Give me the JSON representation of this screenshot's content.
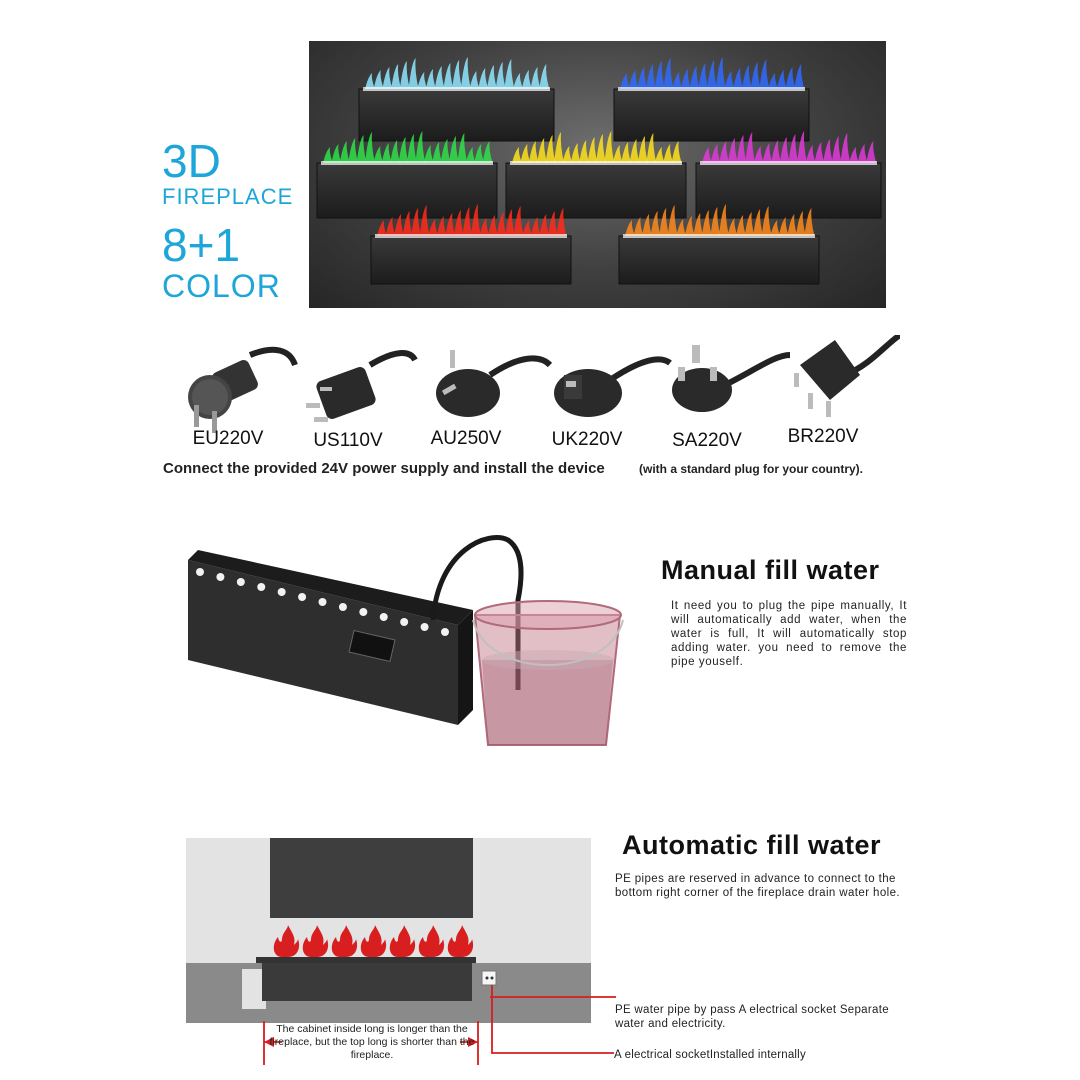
{
  "hero": {
    "line1": "3D",
    "line2": "FIREPLACE",
    "line3": "8+1",
    "line4": "COLOR",
    "title_color": "#1da6d8"
  },
  "flame_colors": [
    "#8fe6ff",
    "#2f6bff",
    "#2fe04a",
    "#ffe21a",
    "#e03ad8",
    "#ff2a1a",
    "#ff8a1a"
  ],
  "plugs": {
    "items": [
      {
        "label": "EU220V",
        "icon": "eu-plug-icon"
      },
      {
        "label": "US110V",
        "icon": "us-plug-icon"
      },
      {
        "label": "AU250V",
        "icon": "au-plug-icon"
      },
      {
        "label": "UK220V",
        "icon": "uk-plug-icon"
      },
      {
        "label": "SA220V",
        "icon": "sa-plug-icon"
      },
      {
        "label": "BR220V",
        "icon": "br-plug-icon"
      }
    ],
    "connect_text": "Connect the provided 24V power supply and install the device",
    "connect_note": "(with a standard plug for your country)."
  },
  "manual": {
    "title": "Manual fill water",
    "body": "It need you to plug the pipe manually, It will automatically add water, when the water is full, It will automatically stop adding water. you need to remove the pipe youself."
  },
  "automatic": {
    "title": "Automatic fill water",
    "body": "PE pipes are reserved in advance to connect to the bottom right corner of the fireplace drain water hole.",
    "pe_pipe": "PE water pipe by pass A electrical socket Separate water and electricity.",
    "socket_note": "A electrical socketInstalled internally",
    "cabinet_note": "The cabinet inside long is longer than the fireplace, but the top long is shorter than the fireplace.",
    "accent_color": "#d81e1e"
  }
}
